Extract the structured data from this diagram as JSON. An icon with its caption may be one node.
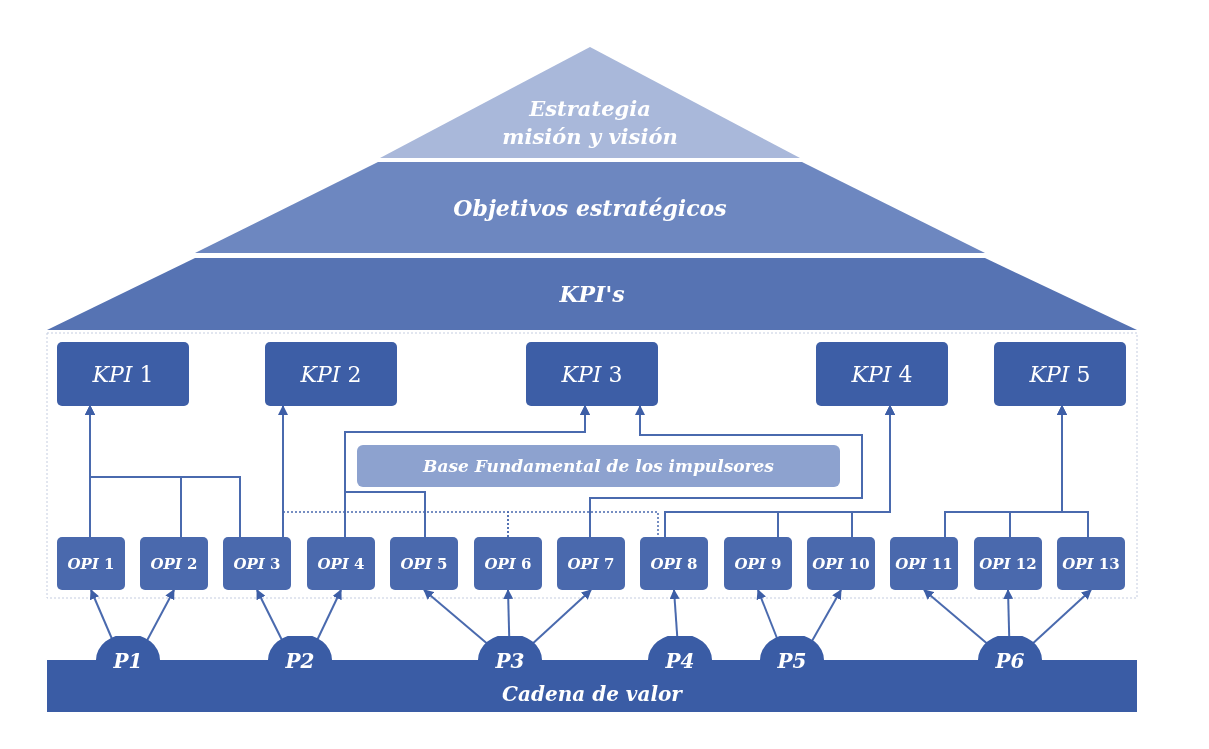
{
  "diagram": {
    "nodes": [
      {
        "text": [
          "Estrategia misión y visión"
        ]
      },
      {
        "text": [
          "Objetivos estratégicos"
        ]
      },
      {
        "text": [
          "KPI's"
        ]
      },
      {
        "text": [
          "*KPI* 1"
        ]
      },
      {
        "text": [
          "*KPI* 2"
        ]
      },
      {
        "text": [
          "*KPI* 3"
        ]
      },
      {
        "text": [
          "*KPI* 4"
        ]
      },
      {
        "text": [
          "*KPI* 5"
        ]
      },
      {
        "text": [
          "Base Fundamental de los impulsores"
        ]
      },
      {
        "text": [
          "*OPI* 1"
        ]
      },
      {
        "text": [
          "*OPI* 2"
        ]
      },
      {
        "text": [
          "*OPI* 3"
        ]
      },
      {
        "text": [
          "*OPI* 4"
        ]
      },
      {
        "text": [
          "*OPI* 5"
        ]
      },
      {
        "text": [
          "*OPI* 6"
        ]
      },
      {
        "text": [
          "*OPI* 7"
        ]
      },
      {
        "text": [
          "*OPI* 8"
        ]
      },
      {
        "text": [
          "*OPI* 9"
        ]
      },
      {
        "text": [
          "*OPI* 10"
        ]
      },
      {
        "text": [
          "*OPI* 11"
        ]
      },
      {
        "text": [
          "*OPI* 12"
        ]
      },
      {
        "text": [
          "*OPI* 13"
        ]
      },
      {
        "text": [
          "Cadena de valor"
        ]
      },
      {
        "text": [
          "P1"
        ],
        "in": 22
      },
      {
        "text": [
          "P2"
        ],
        "in": 22
      },
      {
        "text": [
          "P3"
        ],
        "in": 22
      },
      {
        "text": [
          "P4"
        ],
        "in": 22
      },
      {
        "text": [
          "P5"
        ],
        "in": 22
      },
      {
        "text": [
          "P6"
        ],
        "in": 22
      }
    ],
    "edges": [
      {
        "from": 9,
        "to": 3,
        "arrow": "to"
      },
      {
        "from": 10,
        "to": 3,
        "arrow": "to"
      },
      {
        "from": 11,
        "to": 3,
        "arrow": "to"
      },
      {
        "from": 11,
        "to": 4,
        "arrow": "to"
      },
      {
        "from": 12,
        "to": 5,
        "arrow": "to"
      },
      {
        "from": 13,
        "to": 5,
        "arrow": "to"
      },
      {
        "from": 15,
        "to": 5,
        "arrow": "to"
      },
      {
        "from": 16,
        "to": 6,
        "arrow": "to"
      },
      {
        "from": 17,
        "to": 6,
        "arrow": "to"
      },
      {
        "from": 18,
        "to": 6,
        "arrow": "to"
      },
      {
        "from": 19,
        "to": 7,
        "arrow": "to"
      },
      {
        "from": 20,
        "to": 7,
        "arrow": "to"
      },
      {
        "from": 21,
        "to": 7,
        "arrow": "to"
      },
      {
        "from": 14,
        "to": 11,
        "arrow": "none",
        "style": "dashed"
      },
      {
        "from": 14,
        "to": 16,
        "arrow": "none",
        "style": "dashed"
      },
      {
        "from": 23,
        "to": 9,
        "arrow": "to"
      },
      {
        "from": 23,
        "to": 10,
        "arrow": "to"
      },
      {
        "from": 24,
        "to": 11,
        "arrow": "to"
      },
      {
        "from": 24,
        "to": 12,
        "arrow": "to"
      },
      {
        "from": 25,
        "to": 13,
        "arrow": "to"
      },
      {
        "from": 25,
        "to": 14,
        "arrow": "to"
      },
      {
        "from": 25,
        "to": 15,
        "arrow": "to"
      },
      {
        "from": 26,
        "to": 16,
        "arrow": "to"
      },
      {
        "from": 27,
        "to": 17,
        "arrow": "to"
      },
      {
        "from": 27,
        "to": 18,
        "arrow": "to"
      },
      {
        "from": 28,
        "to": 19,
        "arrow": "to"
      },
      {
        "from": 28,
        "to": 20,
        "arrow": "to"
      },
      {
        "from": 28,
        "to": 21,
        "arrow": "to"
      }
    ]
  }
}
